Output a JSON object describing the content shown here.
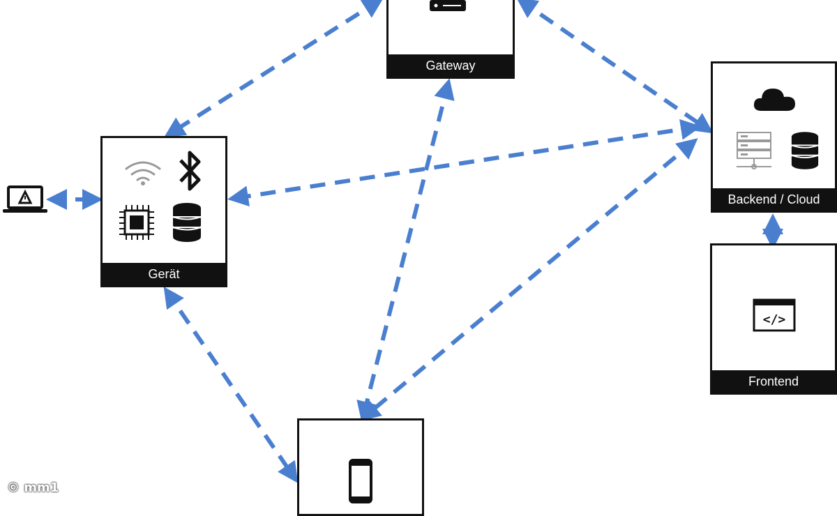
{
  "nodes": {
    "gateway": {
      "label": "Gateway"
    },
    "device": {
      "label": "Gerät"
    },
    "backend": {
      "label": "Backend / Cloud"
    },
    "frontend": {
      "label": "Frontend"
    },
    "mobile": {
      "label": ""
    }
  },
  "colors": {
    "connector": "#4a7fd0",
    "box": "#111111"
  },
  "watermark": "© mm1"
}
